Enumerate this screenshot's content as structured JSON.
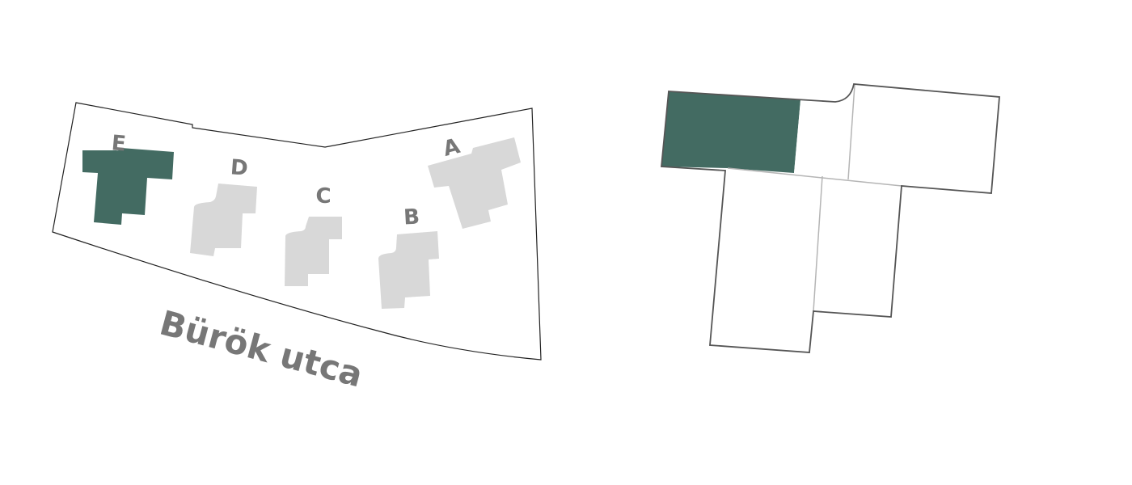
{
  "site_plan": {
    "street_label": "Bürök utca",
    "buildings": [
      {
        "id": "E",
        "label": "E",
        "selected": true
      },
      {
        "id": "D",
        "label": "D",
        "selected": false
      },
      {
        "id": "C",
        "label": "C",
        "selected": false
      },
      {
        "id": "B",
        "label": "B",
        "selected": false
      },
      {
        "id": "A",
        "label": "A",
        "selected": false
      }
    ]
  },
  "floor_plan": {
    "units": [
      {
        "id": "unit-1",
        "selected": true
      },
      {
        "id": "unit-2",
        "selected": false
      },
      {
        "id": "unit-3",
        "selected": false
      },
      {
        "id": "unit-4",
        "selected": false
      },
      {
        "id": "unit-5",
        "selected": false
      }
    ]
  },
  "colors": {
    "selected": "#436b62",
    "unselected_building": "#d8d8d8",
    "label": "#777777",
    "outline": "#333333"
  }
}
